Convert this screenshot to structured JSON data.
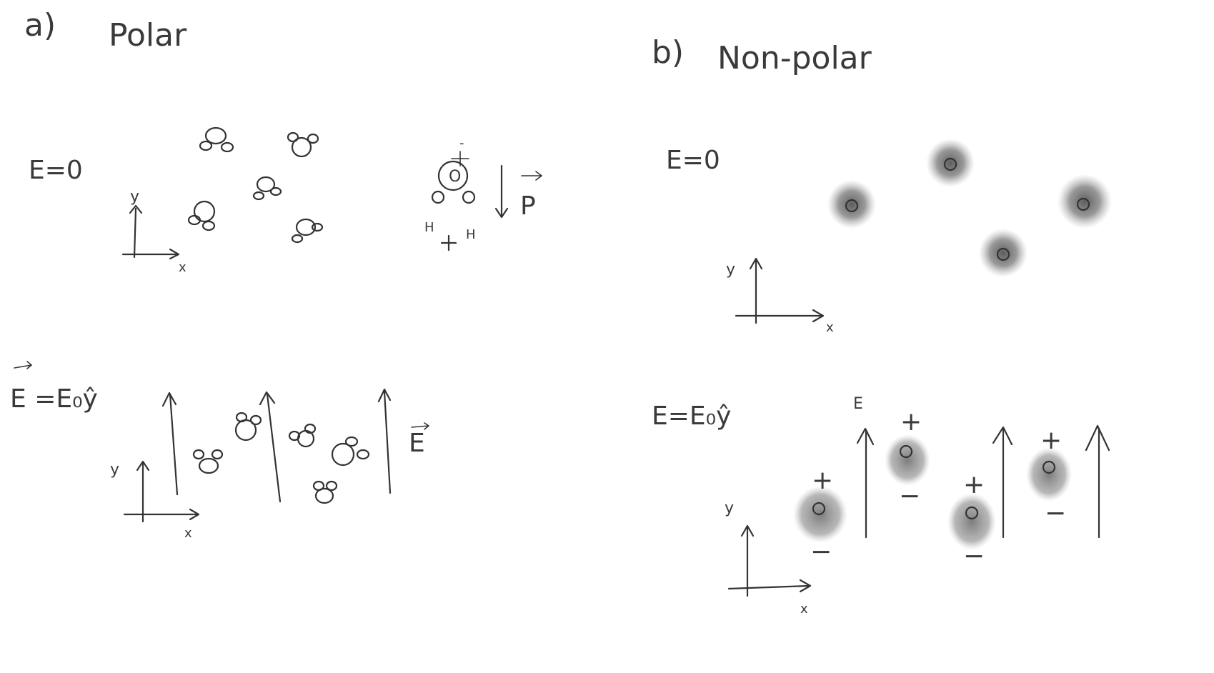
{
  "panel_a": {
    "label": "a)",
    "title": "Polar",
    "eq_zero": "E=0",
    "eq_field": "E =E₀ŷ",
    "field_label": "E",
    "dipole_label": "P",
    "axis_y": "y",
    "axis_x": "x",
    "water": {
      "oxygen": "O",
      "hydrogen": "H",
      "plus": "+",
      "minus": "-"
    }
  },
  "panel_b": {
    "label": "b)",
    "title": "Non-polar",
    "eq_zero": "E=0",
    "eq_field": "E=E₀ŷ",
    "field_label": "E",
    "axis_y": "y",
    "axis_x": "x",
    "plus": "+",
    "minus": "−"
  }
}
